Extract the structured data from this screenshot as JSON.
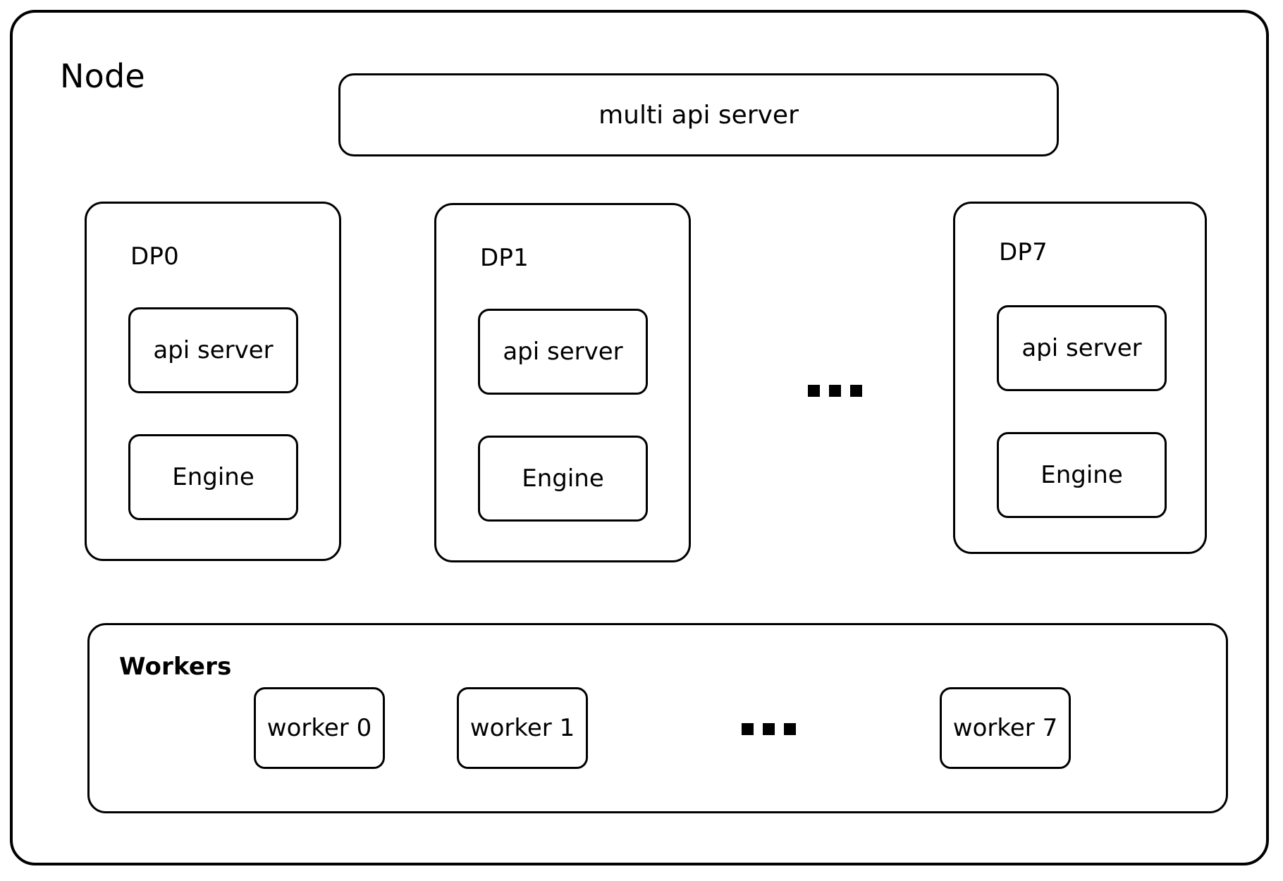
{
  "diagram": {
    "title": "Node",
    "top_bar": {
      "label": "multi api server"
    },
    "dp_groups": [
      {
        "title": "DP0",
        "api_server": "api server",
        "engine": "Engine"
      },
      {
        "title": "DP1",
        "api_server": "api server",
        "engine": "Engine"
      },
      {
        "title": "DP7",
        "api_server": "api server",
        "engine": "Engine"
      }
    ],
    "dp_ellipsis": "...",
    "workers": {
      "title": "Workers",
      "items": [
        {
          "label": "worker 0"
        },
        {
          "label": "worker 1"
        },
        {
          "label": "worker 7"
        }
      ],
      "ellipsis": "..."
    },
    "colors": {
      "stroke": "#000000",
      "fill": "#ffffff",
      "text": "#000000"
    }
  }
}
